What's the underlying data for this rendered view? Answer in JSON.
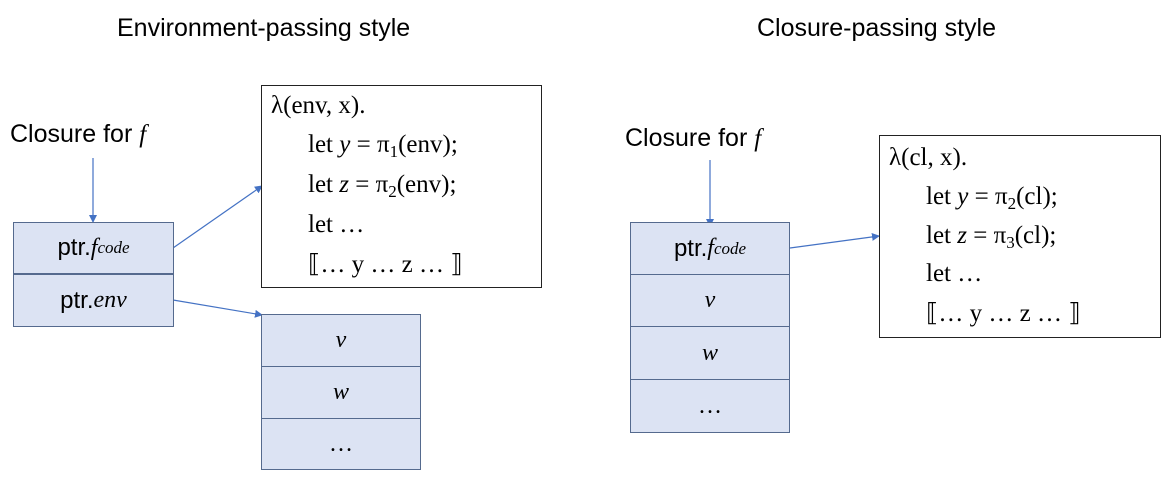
{
  "left": {
    "title": "Environment-passing style",
    "closure_label_text": "Closure for ",
    "closure_label_var": "f",
    "closure_cells": {
      "code_prefix": "ptr. ",
      "code_var": "f",
      "code_sub": "code",
      "env_prefix": "ptr. ",
      "env_var": "env"
    },
    "env_cells": [
      "v",
      "w",
      "…"
    ],
    "code": {
      "header": "λ(env, x).",
      "line1_pre": "let ",
      "line1_var": "y",
      "line1_eq": " = π",
      "line1_sub": "1",
      "line1_arg": "(env);",
      "line2_pre": "let ",
      "line2_var": "z",
      "line2_eq": " = π",
      "line2_sub": "2",
      "line2_arg": "(env);",
      "line3": "let  …",
      "line4": "⟦… y … z … ⟧"
    }
  },
  "right": {
    "title": "Closure-passing style",
    "closure_label_text": "Closure for ",
    "closure_label_var": "f",
    "closure_cells": {
      "code_prefix": "ptr. ",
      "code_var": "f",
      "code_sub": "code"
    },
    "cells": [
      "v",
      "w",
      "…"
    ],
    "code": {
      "header": "λ(cl, x).",
      "line1_pre": "let ",
      "line1_var": "y",
      "line1_eq": " = π",
      "line1_sub": "2",
      "line1_arg": "(cl);",
      "line2_pre": "let ",
      "line2_var": "z",
      "line2_eq": " = π",
      "line2_sub": "3",
      "line2_arg": "(cl);",
      "line3": "let  …",
      "line4": "⟦… y … z … ⟧"
    }
  },
  "colors": {
    "cell_fill": "#dce3f3",
    "cell_border": "#556a8e",
    "arrow": "#4472c4"
  }
}
